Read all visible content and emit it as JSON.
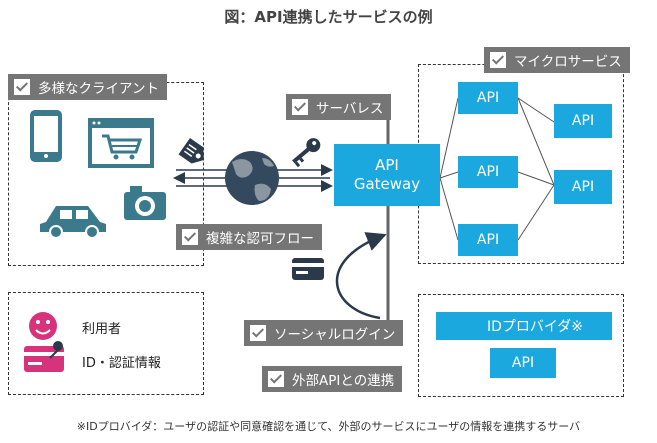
{
  "title": "図：API連携したサービスの例",
  "tags": {
    "clients": "多様なクライアント",
    "serverless": "サーバレス",
    "auth_flow": "複雑な認可フロー",
    "microservices": "マイクロサービス",
    "social_login": "ソーシャルログイン",
    "external_api": "外部APIとの連携"
  },
  "gateway": {
    "line1": "API",
    "line2": "Gateway"
  },
  "api_label": "API",
  "id_provider": "IDプロバイダ※",
  "legend": {
    "user": "利用者",
    "credentials": "ID・認証情報"
  },
  "footnote": "※IDプロバイダ：ユーザの認証や同意確認を通じて、外部のサービスにユーザの情報を連携するサーバ",
  "colors": {
    "api_blue": "#1aa8de",
    "tag_gray": "#757575",
    "icon_teal": "#3a7a8c",
    "user_pink": "#d6337c"
  }
}
